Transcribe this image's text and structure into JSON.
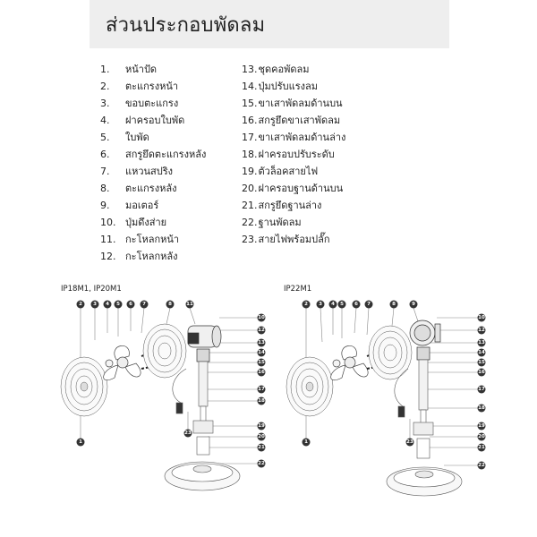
{
  "title": "ส่วนประกอบพัดลม",
  "parts_left": [
    {
      "num": "1.",
      "label": "หน้าปัด"
    },
    {
      "num": "2.",
      "label": "ตะแกรงหน้า"
    },
    {
      "num": "3.",
      "label": "ขอบตะแกรง"
    },
    {
      "num": "4.",
      "label": "ฝาครอบใบพัด"
    },
    {
      "num": "5.",
      "label": "ใบพัด"
    },
    {
      "num": "6.",
      "label": "สกรูยึดตะแกรงหลัง"
    },
    {
      "num": "7.",
      "label": "แหวนสปริง"
    },
    {
      "num": "8.",
      "label": "ตะแกรงหลัง"
    },
    {
      "num": "9.",
      "label": "มอเตอร์"
    },
    {
      "num": "10.",
      "label": "ปุ่มดึงส่าย"
    },
    {
      "num": "11.",
      "label": "กะโหลกหน้า"
    },
    {
      "num": "12.",
      "label": "กะโหลกหลัง"
    }
  ],
  "parts_right": [
    {
      "num": "13.",
      "label": "ชุดคอพัดลม"
    },
    {
      "num": "14.",
      "label": "ปุ่มปรับแรงลม"
    },
    {
      "num": "15.",
      "label": "ขาเสาพัดลมด้านบน"
    },
    {
      "num": "16.",
      "label": "สกรูยึดขาเสาพัดลม"
    },
    {
      "num": "17.",
      "label": "ขาเสาพัดลมด้านล่าง"
    },
    {
      "num": "18.",
      "label": "ฝาครอบปรับระดับ"
    },
    {
      "num": "19.",
      "label": "ตัวล็อคสายไฟ"
    },
    {
      "num": "20.",
      "label": "ฝาครอบฐานด้านบน"
    },
    {
      "num": "21.",
      "label": "สกรูยึดฐานล่าง"
    },
    {
      "num": "22.",
      "label": "ฐานพัดลม"
    },
    {
      "num": "23.",
      "label": "สายไฟพร้อมปลั๊ก"
    }
  ],
  "diagrams": [
    {
      "model": "IP18M1, IP20M1",
      "callouts": {
        "top": [
          "2",
          "3",
          "4",
          "5",
          "6",
          "7",
          "8",
          "11"
        ],
        "right": [
          "10",
          "12",
          "13",
          "14",
          "15",
          "16",
          "17",
          "18",
          "19",
          "20",
          "21",
          "22"
        ],
        "left": [
          "1",
          "23"
        ]
      }
    },
    {
      "model": "IP22M1",
      "callouts": {
        "top": [
          "2",
          "3",
          "4",
          "5",
          "6",
          "7",
          "8",
          "9"
        ],
        "right": [
          "10",
          "12",
          "13",
          "14",
          "15",
          "16",
          "17",
          "18",
          "19",
          "20",
          "21",
          "22"
        ],
        "left": [
          "1",
          "23"
        ]
      }
    }
  ]
}
